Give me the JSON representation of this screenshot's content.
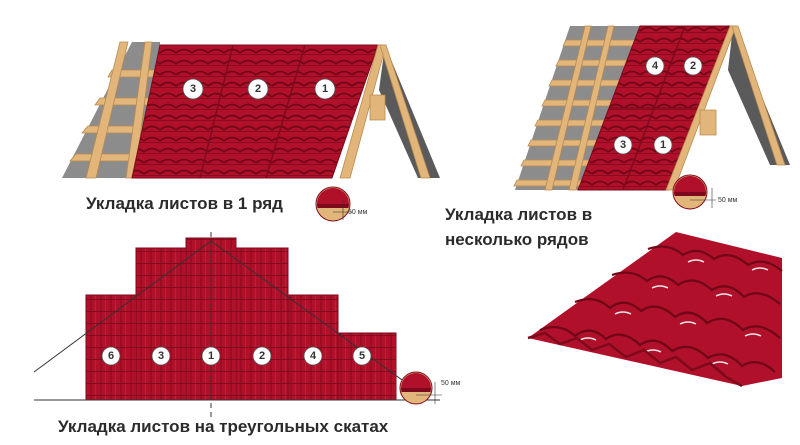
{
  "captions": {
    "one_row": "Укладка листов в 1 ряд",
    "multi_row_line1": "Укладка листов в",
    "multi_row_line2": "несколько рядов",
    "triangular": "Укладка листов на треугольных скатах"
  },
  "overlap_label": "50 мм",
  "diagram_one_row": {
    "sheet_numbers": [
      "3",
      "2",
      "1"
    ]
  },
  "diagram_multi_row": {
    "sheet_numbers": [
      "4",
      "2",
      "3",
      "1"
    ]
  },
  "diagram_triangular": {
    "sheet_numbers": [
      "6",
      "3",
      "1",
      "2",
      "4",
      "5"
    ]
  },
  "colors": {
    "sheet_red": "#b0102a",
    "sheet_dark": "#7d0a1c",
    "wood": "#e2b57a",
    "wood_dark": "#b88a50",
    "membrane": "#8c8c8c",
    "shadow": "#5a5a5a"
  }
}
